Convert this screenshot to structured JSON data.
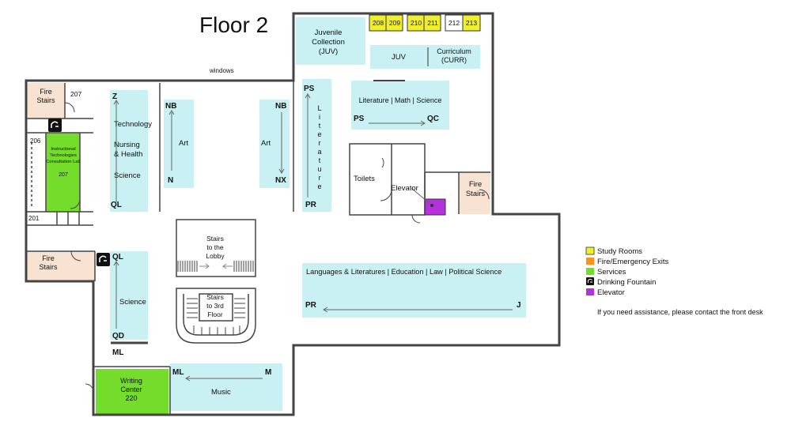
{
  "title": "Floor 2",
  "windows_label": "windows",
  "assistance_note": "If you need assistance, please contact the front desk",
  "colors": {
    "study": "#f0ef2e",
    "fire": "#f8e3d3",
    "services": "#74dc2b",
    "elevator": "#b432db",
    "collection": "#c9f0f2",
    "wall": "#444444",
    "legend_fire": "#f7931e"
  },
  "study_rooms": [
    "208",
    "209",
    "210",
    "211",
    "212",
    "213"
  ],
  "rooms": {
    "fire_nw": "Fire\nStairs",
    "fire_w": "Fire\nStairs",
    "fire_e": "Fire\nStairs",
    "r207_top": "207",
    "r206": "206",
    "r201": "201",
    "lab": "Instructional\nTechnologies\nConsultation Lab",
    "lab_num": "207",
    "writing_center": "Writing\nCenter\n220",
    "toilets": "Toilets",
    "elevator": "Elevator",
    "stairs_lobby": "Stairs\nto the\nLobby",
    "stairs_3rd": "Stairs\nto 3rd\nFloor"
  },
  "collections": {
    "juvenile": "Juvenile\nCollection\n(JUV)",
    "juv": "JUV",
    "curriculum": "Curriculum\n(CURR)",
    "lit_math_sci": "Literature | Math | Science",
    "ps": "PS",
    "qc": "QC",
    "literature_vertical": "Literature",
    "lit_ps": "PS",
    "lit_pr": "PR",
    "art_left_label": "Art",
    "art_left_top": "NB",
    "art_left_bottom": "N",
    "art_right_label": "Art",
    "art_right_top": "NB",
    "art_right_bottom": "NX",
    "tech_z": "Z",
    "tech_ql": "QL",
    "technology": "Technology",
    "nursing": "Nursing\n& Health",
    "science_top": "Science",
    "sci_ql": "QL",
    "sci_qd": "QD",
    "sci_ml": "ML",
    "science_bottom": "Science",
    "languages": "Languages & Literatures | Education | Law | Political Science",
    "lang_pr": "PR",
    "lang_j": "J",
    "music": "Music",
    "music_ml": "ML",
    "music_m": "M"
  },
  "legend": [
    {
      "label": "Study Rooms",
      "color": "#f0ef2e"
    },
    {
      "label": "Fire/Emergency Exits",
      "color": "#f7931e"
    },
    {
      "label": "Services",
      "color": "#74dc2b"
    },
    {
      "label": "Drinking Fountain",
      "color": "#111111",
      "icon": "fountain-icon"
    },
    {
      "label": "Elevator",
      "color": "#b432db"
    }
  ]
}
